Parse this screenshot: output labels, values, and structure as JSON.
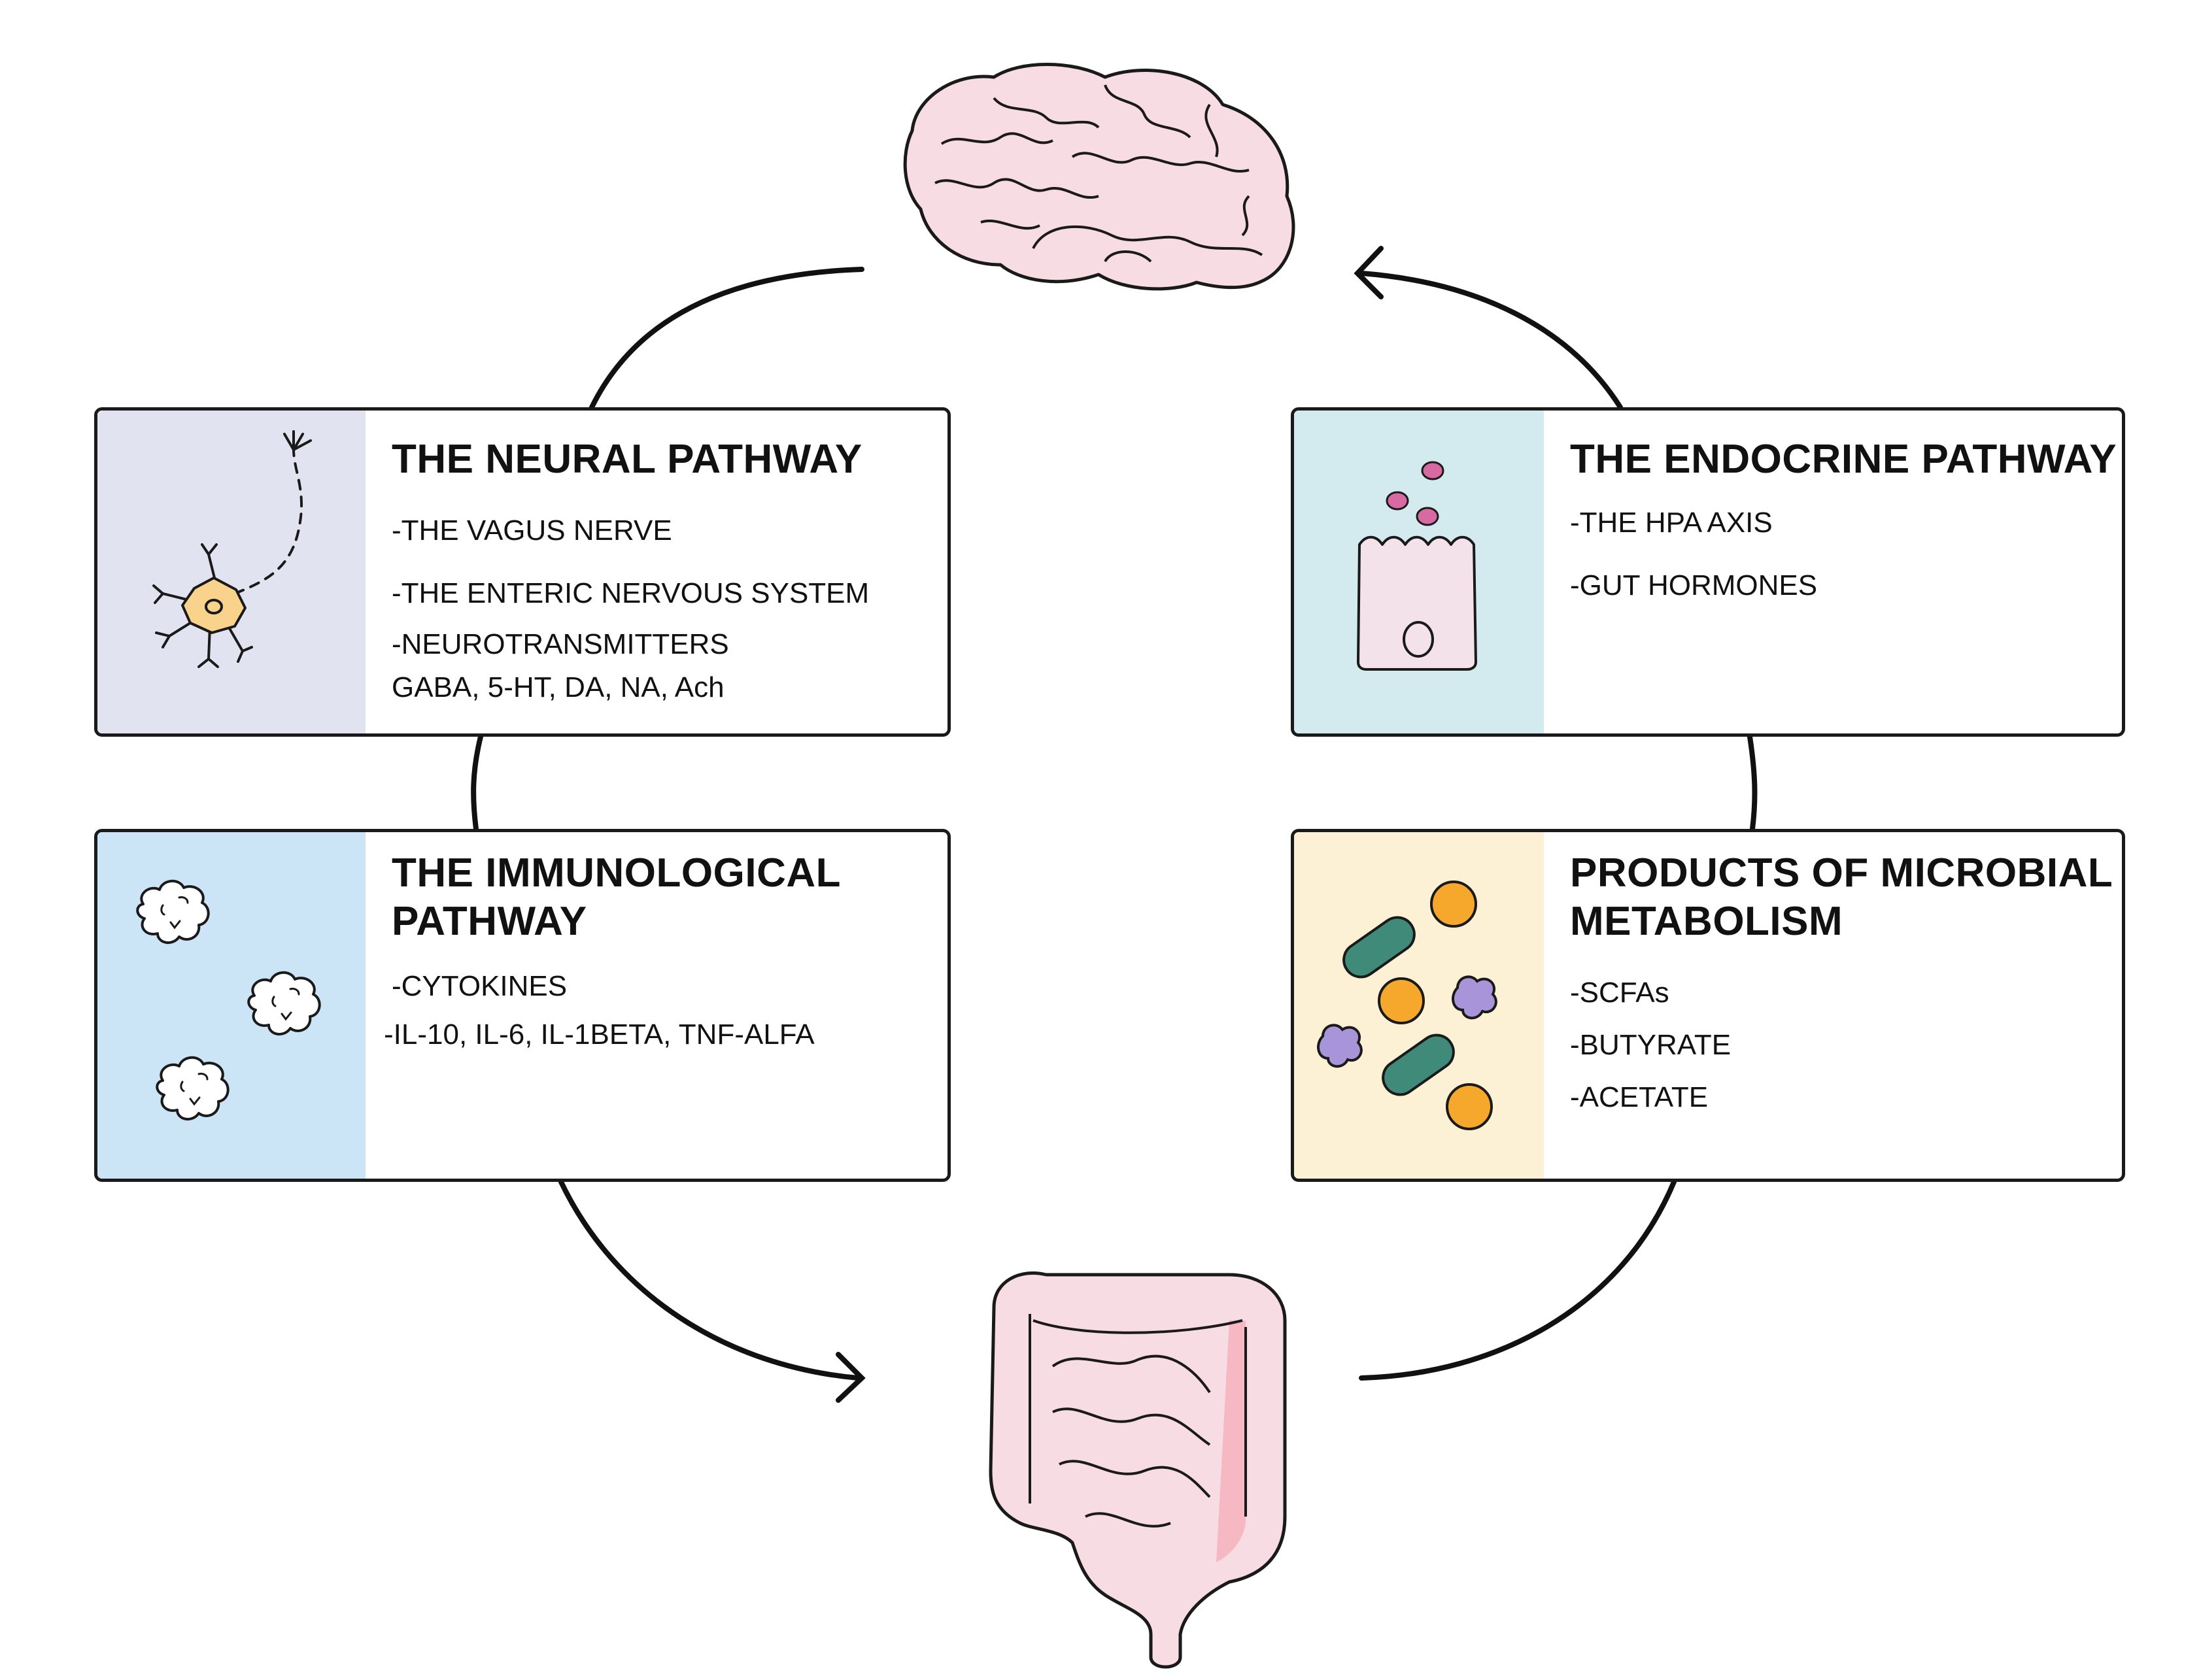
{
  "neural": {
    "title": "THE NEURAL PATHWAY",
    "items": [
      "-THE VAGUS NERVE",
      "-THE ENTERIC NERVOUS SYSTEM",
      "-NEUROTRANSMITTERS",
      "GABA, 5-HT, DA, NA, Ach"
    ],
    "icon": "neuron-icon",
    "panel_color": "#e1e3f1"
  },
  "endocrine": {
    "title": "THE ENDOCRINE PATHWAY",
    "items": [
      "-THE HPA AXIS",
      "-GUT HORMONES"
    ],
    "icon": "secreting-cell-icon",
    "panel_color": "#d3ebee"
  },
  "immunological": {
    "title_line1": "THE IMMUNOLOGICAL",
    "title_line2": "PATHWAY",
    "items": [
      "-CYTOKINES",
      "-IL-10, IL-6, IL-1BETA, TNF-ALFA"
    ],
    "icon": "immune-cells-icon",
    "panel_color": "#cbe4f6"
  },
  "microbial": {
    "title_line1": "PRODUCTS OF MICROBIAL",
    "title_line2": "METABOLISM",
    "items": [
      "-SCFAs",
      "-BUTYRATE",
      "-ACETATE"
    ],
    "icon": "bacteria-icon",
    "panel_color": "#fdf1d5"
  },
  "organs": {
    "top": "brain-icon",
    "bottom": "intestine-icon"
  },
  "colors": {
    "organ_fill": "#f7dce3",
    "organ_stroke": "#1a1a1a",
    "neuron": "#f9d28c",
    "dot_pink": "#d86aa3",
    "bacteria_green": "#3f8a78",
    "coccus_orange": "#f6a82c",
    "coccus_purple": "#a895d9"
  }
}
